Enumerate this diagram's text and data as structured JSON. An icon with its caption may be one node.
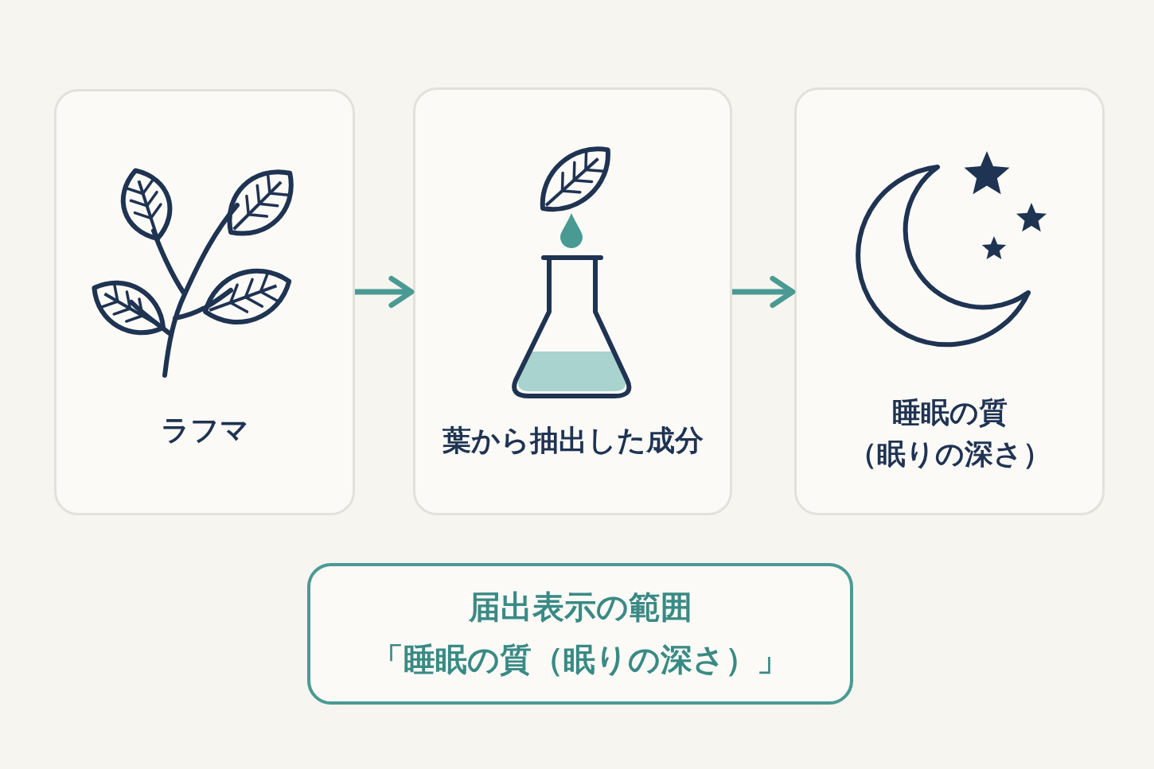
{
  "diagram": {
    "nodes": [
      {
        "text": [
          "ラフマ"
        ]
      },
      {
        "text": [
          "葉から抽出した成分"
        ]
      },
      {
        "text": [
          "睡眠の質（眠りの深さ）"
        ]
      },
      {
        "text": [
          "届出表示の範囲",
          "「睡眠の質（眠りの深さ）」"
        ]
      }
    ],
    "edges": [
      {
        "from": 0,
        "to": 1,
        "arrow": "to"
      },
      {
        "from": 1,
        "to": 2,
        "arrow": "to"
      }
    ]
  }
}
